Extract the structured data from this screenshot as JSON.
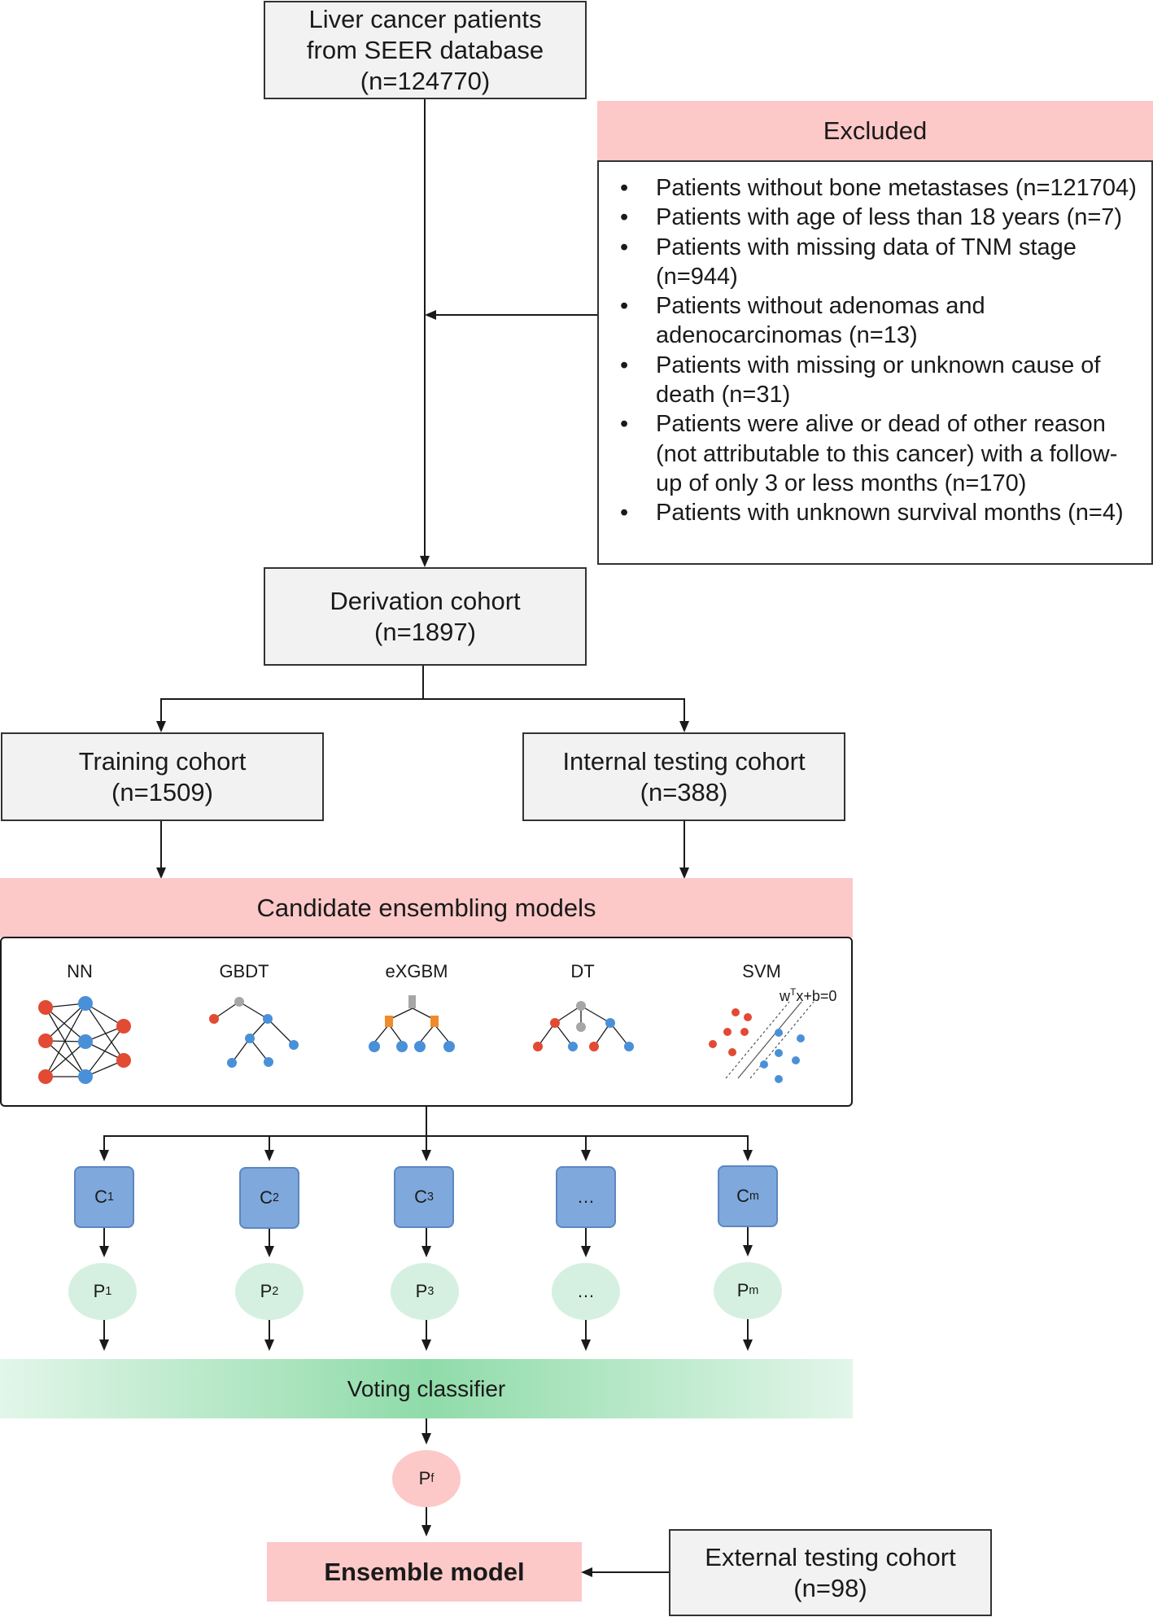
{
  "source": {
    "lines": [
      "Liver cancer patients",
      "from SEER database",
      "(n=124770)"
    ]
  },
  "excluded": {
    "title": "Excluded",
    "items": [
      "Patients without bone metastases (n=121704)",
      "Patients with age of less than 18 years (n=7)",
      "Patients with missing data of TNM stage (n=944)",
      "Patients without adenomas and adenocarcinomas (n=13)",
      "Patients with missing or unknown cause of death (n=31)",
      "Patients were alive or dead of other reason (not attributable to this cancer) with a follow-up of only 3 or less months (n=170)",
      "Patients with unknown survival months (n=4)"
    ]
  },
  "derivation": {
    "title": "Derivation cohort",
    "count": "(n=1897)"
  },
  "training": {
    "title": "Training cohort",
    "count": "(n=1509)"
  },
  "internal": {
    "title": "Internal testing cohort",
    "count": "(n=388)"
  },
  "candidates": {
    "title": "Candidate ensembling models",
    "models": [
      "NN",
      "GBDT",
      "eXGBM",
      "DT",
      "SVM"
    ],
    "svm_formula": {
      "w": "w",
      "sup": "T",
      "rest": "x+b=0"
    }
  },
  "classifiers": [
    {
      "letter": "C",
      "sub": "1"
    },
    {
      "letter": "C",
      "sub": "2"
    },
    {
      "letter": "C",
      "sub": "3"
    },
    {
      "letter": "…",
      "sub": ""
    },
    {
      "letter": "C",
      "sub": "m"
    }
  ],
  "predictions": [
    {
      "letter": "P",
      "sub": "1"
    },
    {
      "letter": "P",
      "sub": "2"
    },
    {
      "letter": "P",
      "sub": "3"
    },
    {
      "letter": "…",
      "sub": ""
    },
    {
      "letter": "P",
      "sub": "m"
    }
  ],
  "voting": {
    "label": "Voting classifier"
  },
  "final_prediction": {
    "letter": "P",
    "sub": "f"
  },
  "ensemble": {
    "label": "Ensemble model"
  },
  "external": {
    "title": "External testing cohort",
    "count": "(n=98)"
  },
  "colors": {
    "pink_band": "#fcc8c8",
    "gray_box": "#f2f2f2",
    "classifier_blue": "#7fa8dc",
    "prediction_green": "#d5f0e0",
    "voting_green": "#8fdba9",
    "final_pink": "#fcc8c8",
    "node_red": "#e24a33",
    "node_blue": "#4a90d9",
    "node_gray": "#a6a6a6",
    "node_orange": "#f08a2c"
  }
}
